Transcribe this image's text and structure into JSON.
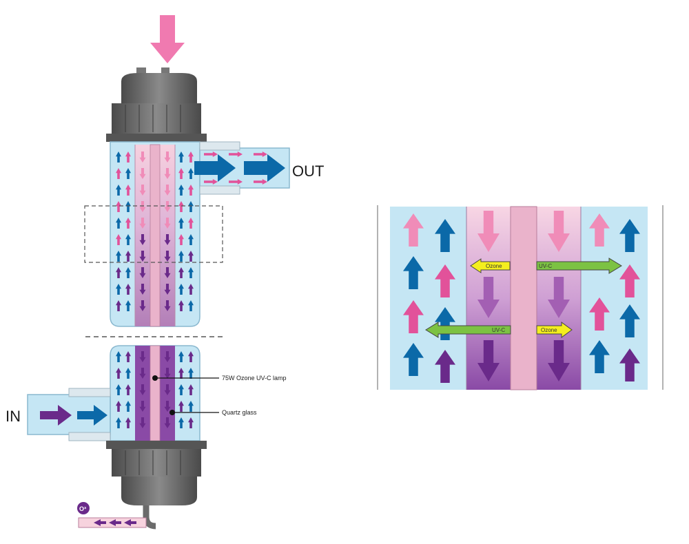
{
  "labels": {
    "out": "OUT",
    "in": "IN",
    "lamp": "75W Ozone UV-C lamp",
    "quartz": "Quartz glass",
    "ozone_symbol": "O³"
  },
  "detail": {
    "tag_ozone_left": "Ozone",
    "tag_uvc_right": "UV-C",
    "tag_uvc_left": "UV-C",
    "tag_ozone_right": "Ozone"
  },
  "colors": {
    "water": "#c5e6f4",
    "quartz": "#f7d3de",
    "lamp_core": "#e9aec7",
    "arrow_blue": "#0b69a8",
    "arrow_pink": "#e2529a",
    "arrow_light_pink": "#f08cb8",
    "arrow_purple": "#6a2a8a",
    "housing": "#6b6b6b",
    "uvc_tag": "#7cc243",
    "ozone_tag": "#f4ee1e"
  }
}
